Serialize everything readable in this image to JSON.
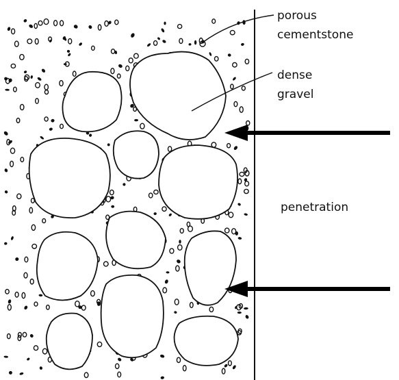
{
  "labels": {
    "porous_line1": "porous",
    "porous_line2": "cementstone",
    "dense_line1": "dense",
    "dense_line2": "gravel",
    "penetration": "penetration"
  },
  "colors": {
    "ink": "#111111",
    "background": "#ffffff"
  }
}
